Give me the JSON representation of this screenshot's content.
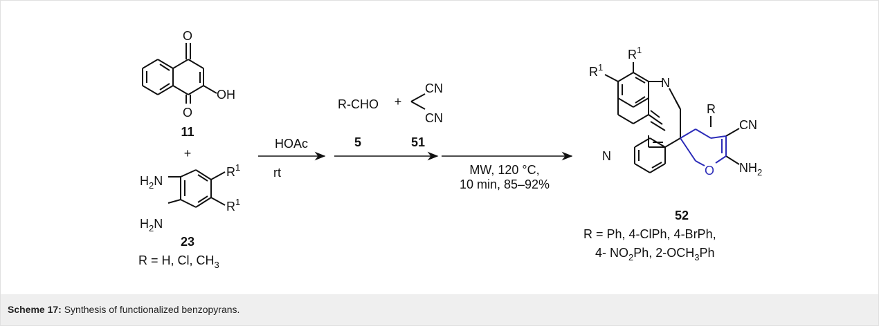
{
  "scheme": {
    "compound_11": {
      "label": "11",
      "atom_O_top": "O",
      "atom_O_bottom": "O",
      "group_OH": "OH"
    },
    "plus_sign": "+",
    "compound_23": {
      "label": "23",
      "nh2_a": "H",
      "nh2_a_sub": "2",
      "nh2_a_N": "N",
      "nh2_b": "H",
      "nh2_b_sub": "2",
      "nh2_b_N": "N",
      "r1_a": "R",
      "r1_a_sup": "1",
      "r1_b": "R",
      "r1_b_sup": "1",
      "r_def_prefix": "R = H, Cl, CH",
      "r_def_sub": "3"
    },
    "step1": {
      "above": "HOAc",
      "below": "rt"
    },
    "reagents": {
      "aldehyde": "R-CHO",
      "plus": "+",
      "cn_top": "CN",
      "cn_bottom": "CN",
      "label_5": "5",
      "label_51": "51"
    },
    "step2": {
      "line1": "MW, 120 °C,",
      "line2": "10 min, 85–92%"
    },
    "product_52": {
      "label": "52",
      "r1_top": "R",
      "r1_top_sup": "1",
      "r1_left": "R",
      "r1_left_sup": "1",
      "N_top": "N",
      "N_left": "N",
      "R": "R",
      "CN": "CN",
      "O": "O",
      "NH": "NH",
      "NH_sub": "2",
      "r_def_line1": "R = Ph, 4-ClPh, 4-BrPh,",
      "r_def_line2_a": "4- NO",
      "r_def_line2_sub1": "2",
      "r_def_line2_b": "Ph, 2-OCH",
      "r_def_line2_sub2": "3",
      "r_def_line2_c": "Ph"
    }
  },
  "caption": {
    "label": "Scheme 17:",
    "text": " Synthesis of functionalized benzopyrans."
  },
  "colors": {
    "pyran_ring": "#2b2bb8",
    "bond": "#111111",
    "caption_bg": "#efefef"
  }
}
